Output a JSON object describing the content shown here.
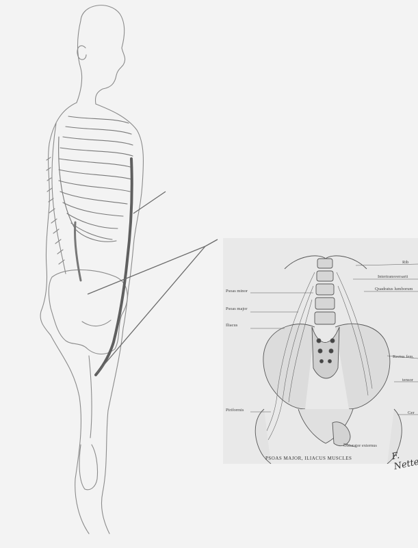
{
  "plate": {
    "title": "PSOAS MAJOR, ILIACUS MUSCLES",
    "signature": "F. Netter",
    "labels": {
      "psoas_minor": "Psoas minor",
      "psoas_major": "Psoas major",
      "iliacus": "Iliacus",
      "piriformis": "Piriformis",
      "obturator_externus": "Obturator externus",
      "rib": "Rib",
      "intertransversarii": "Intertransversarii",
      "quadratus_lumborum": "Quadratus lumborum",
      "rectus_femoris": "Rectus fem.",
      "tensor": "tensor",
      "gemellus": "Ger"
    }
  }
}
